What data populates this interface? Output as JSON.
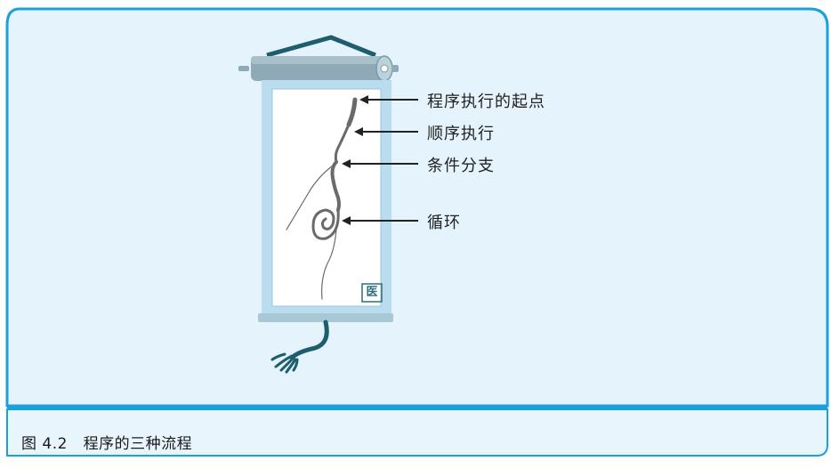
{
  "caption": "图 4.2   程序的三种流程",
  "labels": {
    "start": "程序执行的起点",
    "sequential": "顺序执行",
    "branch": "条件分支",
    "loop": "循环"
  },
  "seal": "医",
  "colors": {
    "panel_bg": "#e4f3fc",
    "panel_border": "#1aa0dc",
    "caption_bar": "#d6eefb",
    "scroll_frame": "#b9dcef",
    "scroll_roller": "#8fa9b6",
    "hanger": "#1d5d6e",
    "ink": "#6a6a6a",
    "arrow": "#222222"
  }
}
